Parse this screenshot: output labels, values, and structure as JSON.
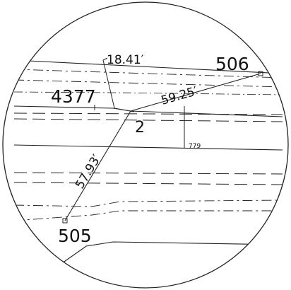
{
  "labels": {
    "point_506": "506",
    "point_4377": "4377",
    "point_2": "2",
    "point_505": "505",
    "dim_top": "18.41′",
    "dim_right": "59.25′",
    "dim_left": "57.93′",
    "tick_label": "779"
  },
  "colors": {
    "ink": "#222222",
    "background": "#ffffff"
  }
}
